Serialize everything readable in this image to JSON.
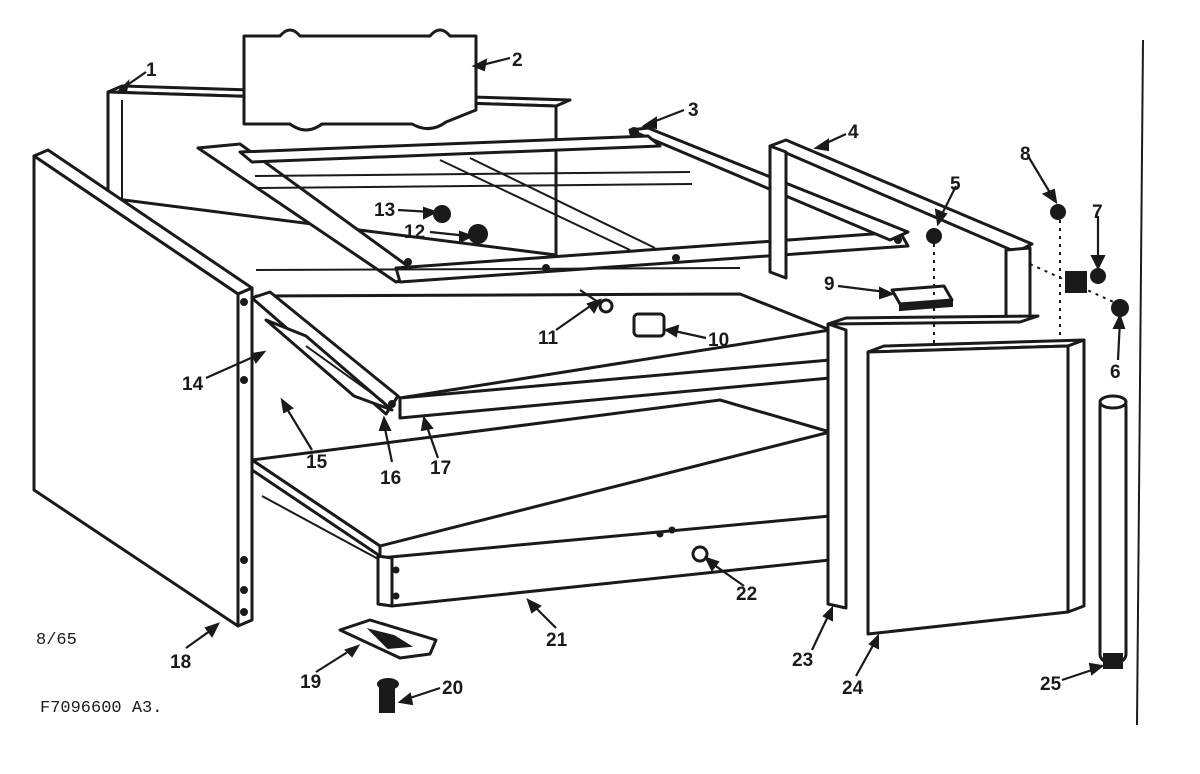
{
  "callouts": [
    {
      "id": 1,
      "label": "1"
    },
    {
      "id": 2,
      "label": "2"
    },
    {
      "id": 3,
      "label": "3"
    },
    {
      "id": 4,
      "label": "4"
    },
    {
      "id": 5,
      "label": "5"
    },
    {
      "id": 6,
      "label": "6"
    },
    {
      "id": 7,
      "label": "7"
    },
    {
      "id": 8,
      "label": "8"
    },
    {
      "id": 9,
      "label": "9"
    },
    {
      "id": 10,
      "label": "10"
    },
    {
      "id": 11,
      "label": "11"
    },
    {
      "id": 12,
      "label": "12"
    },
    {
      "id": 13,
      "label": "13"
    },
    {
      "id": 14,
      "label": "14"
    },
    {
      "id": 15,
      "label": "15"
    },
    {
      "id": 16,
      "label": "16"
    },
    {
      "id": 17,
      "label": "17"
    },
    {
      "id": 18,
      "label": "18"
    },
    {
      "id": 19,
      "label": "19"
    },
    {
      "id": 20,
      "label": "20"
    },
    {
      "id": 21,
      "label": "21"
    },
    {
      "id": 22,
      "label": "22"
    },
    {
      "id": 23,
      "label": "23"
    },
    {
      "id": 24,
      "label": "24"
    },
    {
      "id": 25,
      "label": "25"
    }
  ],
  "revision_note": "8/65",
  "drawing_number": "F7096600 A3."
}
